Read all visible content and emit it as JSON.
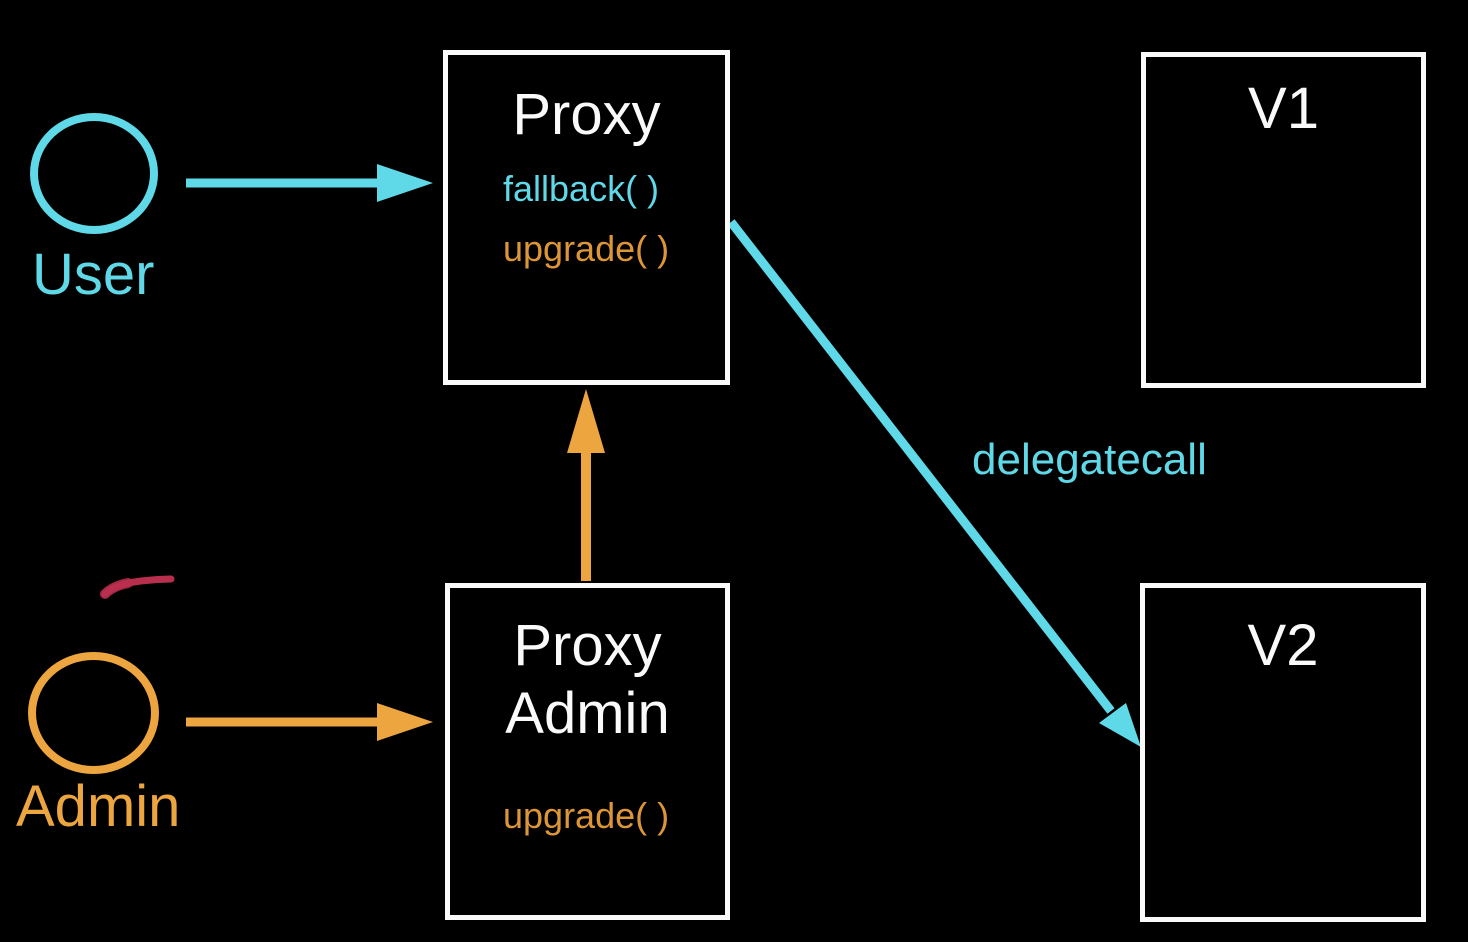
{
  "colors": {
    "background": "#000000",
    "box_border": "#fafafa",
    "title_text": "#fafafa",
    "cyan": "#5fd8e8",
    "orange": "#eca53f",
    "orange_text": "#dd9637",
    "red_mark": "#b82f4e"
  },
  "actors": {
    "user": {
      "label": "User"
    },
    "admin": {
      "label": "Admin"
    }
  },
  "nodes": {
    "proxy": {
      "title": "Proxy",
      "methods": {
        "fallback": "fallback( )",
        "upgrade": "upgrade( )"
      }
    },
    "proxy_admin": {
      "title_line1": "Proxy",
      "title_line2": "Admin",
      "methods": {
        "upgrade": "upgrade( )"
      }
    },
    "v1": {
      "title": "V1"
    },
    "v2": {
      "title": "V2"
    }
  },
  "edges": {
    "user_to_proxy": {
      "from": "User",
      "to": "Proxy"
    },
    "admin_to_proxy_admin": {
      "from": "Admin",
      "to": "Proxy Admin"
    },
    "proxy_admin_to_proxy": {
      "from": "Proxy Admin",
      "to": "Proxy"
    },
    "proxy_to_v2": {
      "from": "Proxy",
      "to": "V2",
      "label": "delegatecall"
    }
  }
}
